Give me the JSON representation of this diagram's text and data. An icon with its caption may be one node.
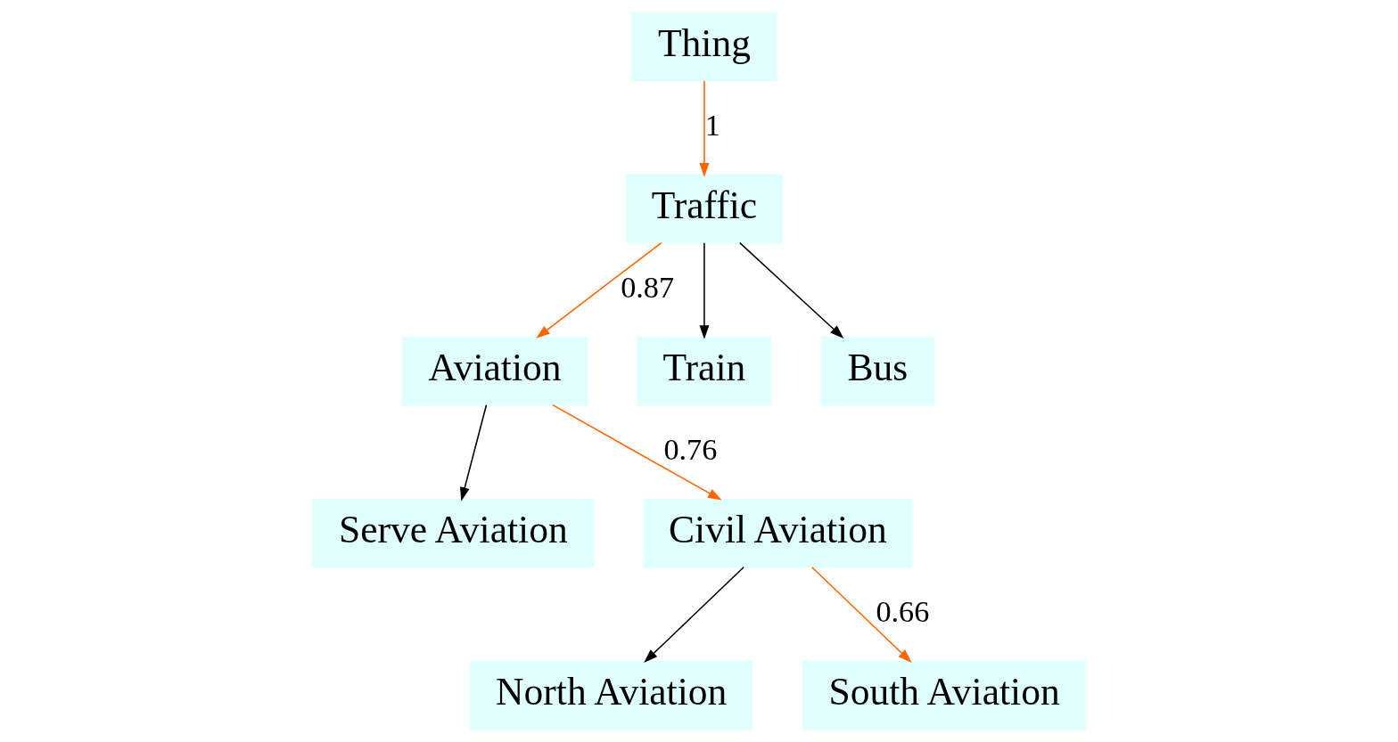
{
  "diagram": {
    "nodes": [
      {
        "text": [
          "Thing"
        ]
      },
      {
        "text": [
          "Traffic"
        ]
      },
      {
        "text": [
          "Aviation"
        ]
      },
      {
        "text": [
          "Train"
        ]
      },
      {
        "text": [
          "Bus"
        ]
      },
      {
        "text": [
          "Serve Aviation"
        ]
      },
      {
        "text": [
          "Civil Aviation"
        ]
      },
      {
        "text": [
          "North Aviation"
        ]
      },
      {
        "text": [
          "South Aviation"
        ]
      }
    ],
    "edges": [
      {
        "from": 0,
        "to": 1,
        "arrow": "to",
        "label": "1",
        "color": "#ff6600"
      },
      {
        "from": 1,
        "to": 2,
        "arrow": "to",
        "label": "0.87",
        "color": "#ff6600"
      },
      {
        "from": 1,
        "to": 3,
        "arrow": "to",
        "color": "#000000"
      },
      {
        "from": 1,
        "to": 4,
        "arrow": "to",
        "color": "#000000"
      },
      {
        "from": 2,
        "to": 5,
        "arrow": "to",
        "color": "#000000"
      },
      {
        "from": 2,
        "to": 6,
        "arrow": "to",
        "label": "0.76",
        "color": "#ff6600"
      },
      {
        "from": 6,
        "to": 7,
        "arrow": "to",
        "color": "#000000"
      },
      {
        "from": 6,
        "to": 8,
        "arrow": "to",
        "label": "0.66",
        "color": "#ff6600"
      }
    ]
  }
}
